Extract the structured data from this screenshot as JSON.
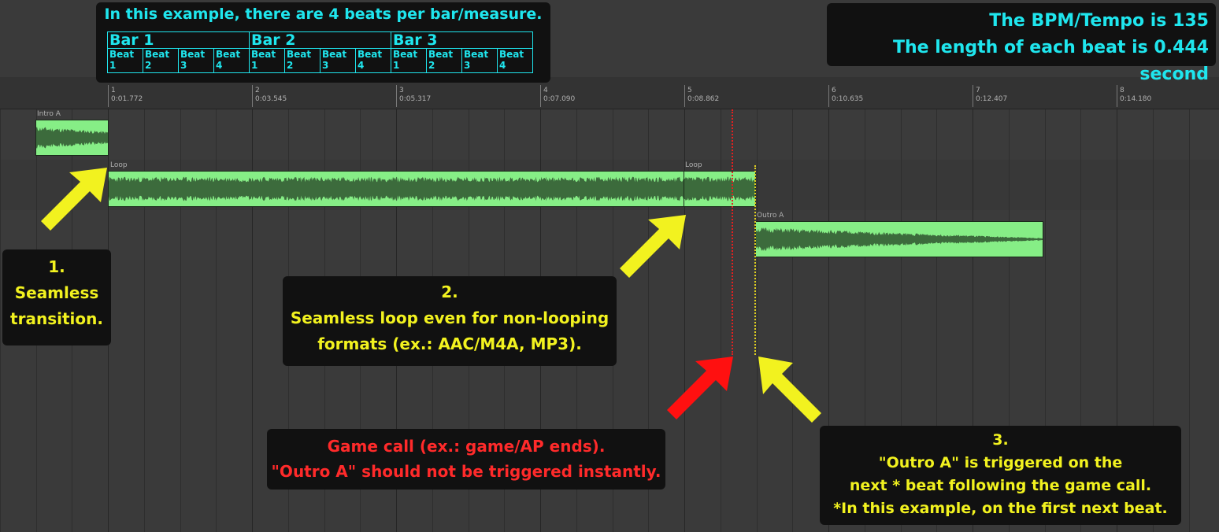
{
  "top_left_box": {
    "title": "In this example, there are 4 beats per bar/measure.",
    "bars": [
      "Bar 1",
      "Bar 2",
      "Bar 3"
    ],
    "beat_word": "Beat",
    "beat_numbers": [
      "1",
      "2",
      "3",
      "4"
    ]
  },
  "top_right_box": {
    "line1": "The BPM/Tempo is 135",
    "line2": "The length of each beat is 0.444 second"
  },
  "ruler": {
    "markers": [
      {
        "bar": "1",
        "time": "0:01.772"
      },
      {
        "bar": "2",
        "time": "0:03.545"
      },
      {
        "bar": "3",
        "time": "0:05.317"
      },
      {
        "bar": "4",
        "time": "0:07.090"
      },
      {
        "bar": "5",
        "time": "0:08.862"
      },
      {
        "bar": "6",
        "time": "0:10.635"
      },
      {
        "bar": "7",
        "time": "0:12.407"
      },
      {
        "bar": "8",
        "time": "0:14.180"
      }
    ]
  },
  "clips": {
    "intro": "Intro A",
    "loop1": "Loop",
    "loop2": "Loop",
    "outro": "Outro A"
  },
  "annotations": {
    "a1": {
      "num": "1.",
      "l1": "Seamless",
      "l2": "transition."
    },
    "a2": {
      "num": "2.",
      "l1": "Seamless loop even for non-looping",
      "l2": "formats (ex.: AAC/M4A, MP3)."
    },
    "a_red": {
      "l1": "Game call (ex.: game/AP ends).",
      "l2": "\"Outro A\" should not be triggered instantly."
    },
    "a3": {
      "num": "3.",
      "l1": "\"Outro A\" is triggered on the",
      "l2": "next * beat following the game call.",
      "l3": "*In this example, on the first next beat."
    }
  },
  "colors": {
    "yellow": "#f2f21f",
    "red": "#ff2a2a",
    "cyan": "#1fe6ee",
    "clip_green": "#86ee86",
    "wave_dark": "#3c6b3c"
  }
}
